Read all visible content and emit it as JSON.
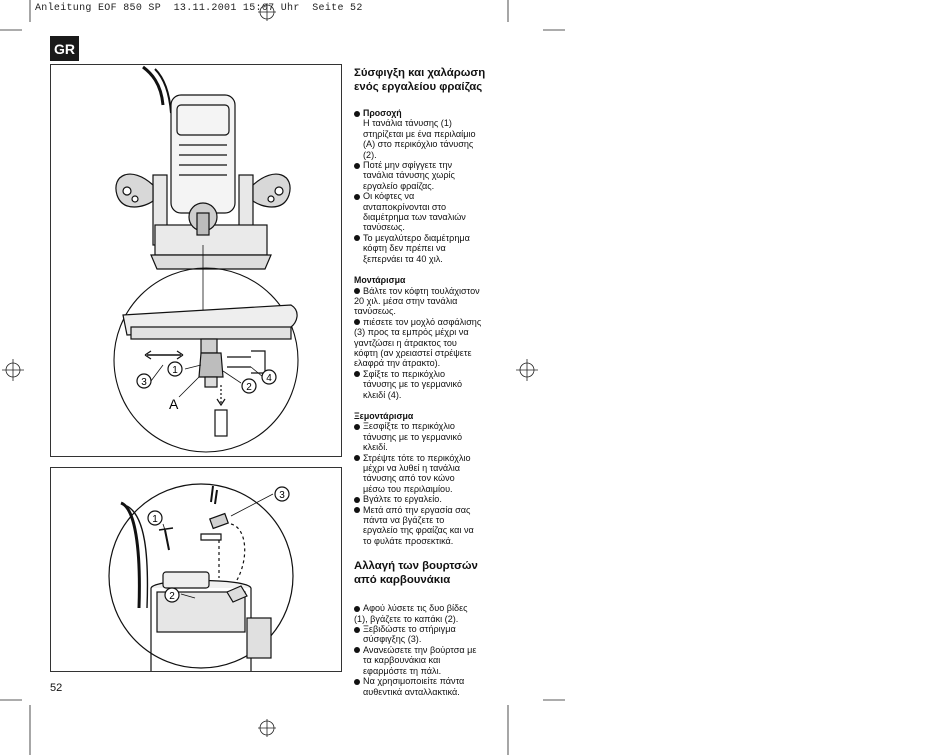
{
  "print_header": "Anleitung EOF 850 SP  13.11.2001 15:07 Uhr  Seite 52",
  "language_badge": "GR",
  "page_number": "52",
  "figure1": {
    "callouts": [
      "1",
      "2",
      "3",
      "4"
    ],
    "letter": "A"
  },
  "figure2": {
    "callouts": [
      "1",
      "2",
      "3"
    ]
  },
  "section1": {
    "title_line1": "Σύσφιγξη και χαλάρωση",
    "title_line2": "ενός εργαλείου φραίζας",
    "caution": {
      "heading": "Προσοχή",
      "lines": [
        "Η τανάλια τάνυσης (1)",
        "στηρίζεται με ένα περιλαίμιο",
        "(A) στο περικόχλιο τάνυσης",
        "(2)."
      ]
    },
    "bullets": [
      [
        "Ποτέ μην σφίγγετε την",
        "τανάλια τάνυσης χωρίς",
        "εργαλείο φραίζας."
      ],
      [
        "Οι κόφτες να",
        "ανταποκρίνονται στο",
        "διαμέτρημα των ταναλιών",
        "τανύσεως."
      ],
      [
        "Το μεγαλύτερο διαμέτρημα",
        "κόφτη δεν πρέπει να",
        "ξεπερνάει τα 40 χιλ."
      ]
    ]
  },
  "mounting": {
    "heading": "Μοντάρισμα",
    "items": [
      {
        "first": "Βάλτε τον κόφτη τουλάχιστον",
        "rest": [
          "20 χιλ. μέσα στην τανάλια",
          "τανύσεως."
        ]
      },
      {
        "first": "πιέσετε τον μοχλό ασφάλισης",
        "rest": [
          "(3) προς τα εμπρός μέχρι να",
          "γαντζώσει η άτρακτος του",
          "κόφτη (αν χρειαστεί στρέψετε",
          "ελαφρά την άτρακτο)."
        ]
      }
    ],
    "last": [
      "Σφίξτε το περικόχλιο",
      "τάνυσης με το γερμανικό",
      "κλειδί (4)."
    ]
  },
  "dismounting": {
    "heading": "Ξεμοντάρισμα",
    "bullets": [
      [
        "Ξεσφίξτε το περικόχλιο",
        "τάνυσης με το γερμανικό",
        "κλειδί."
      ],
      [
        "Στρέψτε τότε το περικόχλιο",
        "μέχρι να λυθεί η τανάλια",
        "τάνυσης από τον κώνο",
        "μέσω του περιλαιμίου."
      ],
      [
        "Βγάλτε το εργαλείο."
      ],
      [
        "Μετά από την εργασία σας",
        "πάντα να βγάζετε το",
        "εργαλείο της φραίζας και να",
        "το φυλάτε προσεκτικά."
      ]
    ]
  },
  "section2": {
    "title_line1": "Αλλαγή των βουρτσών",
    "title_line2": "από καρβουνάκια",
    "items": [
      {
        "first": "Αφού λύσετε τις δυο βίδες",
        "rest": [
          "(1), βγάζετε το καπάκι (2)."
        ]
      }
    ],
    "bullets": [
      [
        "Ξεβιδώστε το στήριγμα",
        "σύσφιγξης (3)."
      ],
      [
        "Ανανεώσετε την βούρτσα με",
        "τα καρβουνάκια και",
        "εφαρμόστε τη πάλι."
      ],
      [
        "Να χρησιμοποιείτε πάντα",
        "αυθεντικά ανταλλακτικά."
      ]
    ]
  }
}
